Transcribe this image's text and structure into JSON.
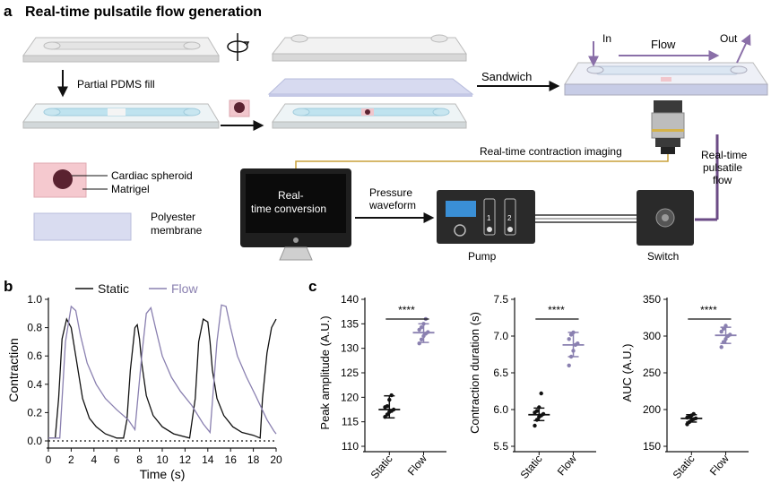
{
  "panel_a": {
    "letter": "a",
    "title": "Real-time pulsatile flow generation",
    "labels": {
      "partial_fill": "Partial PDMS fill",
      "sandwich": "Sandwich",
      "in": "In",
      "flow": "Flow",
      "out": "Out",
      "imaging": "Real-time contraction imaging",
      "rt_flow_1": "Real-time",
      "rt_flow_2": "pulsatile",
      "rt_flow_3": "flow",
      "spheroid": "Cardiac spheroid",
      "matrigel": "Matrigel",
      "membrane_1": "Polyester",
      "membrane_2": "membrane",
      "conversion_1": "Real-",
      "conversion_2": "time conversion",
      "pressure_1": "Pressure",
      "pressure_2": "waveform",
      "pump": "Pump",
      "switch": "Switch",
      "pump_ch1": "1",
      "pump_ch2": "2"
    },
    "colors": {
      "tubing": "#c9a13a",
      "flow_arrow": "#8a6fa8",
      "spheroid": "#5a2230"
    }
  },
  "panel_b": {
    "letter": "b",
    "chart_data": {
      "type": "line",
      "xlabel": "Time (s)",
      "ylabel": "Contraction",
      "xlim": [
        0,
        20
      ],
      "ylim": [
        0,
        1.0
      ],
      "xticks": [
        "0",
        "2",
        "4",
        "6",
        "8",
        "10",
        "12",
        "14",
        "16",
        "18",
        "20"
      ],
      "yticks": [
        "0.0",
        "0.2",
        "0.4",
        "0.6",
        "0.8",
        "1.0"
      ],
      "baseline": 0,
      "legend_placement": "top",
      "series": [
        {
          "name": "Static",
          "color": "#111111",
          "x": [
            0,
            0.6,
            0.9,
            1.2,
            1.6,
            2.0,
            2.4,
            3.0,
            3.6,
            4.2,
            5.0,
            6.0,
            6.6,
            6.9,
            7.2,
            7.6,
            7.8,
            8.0,
            8.2,
            8.6,
            9.2,
            10,
            11,
            12.4,
            12.9,
            13.2,
            13.6,
            14.0,
            14.2,
            14.4,
            14.8,
            15.4,
            16.2,
            17,
            18,
            18.6,
            18.8,
            19.2,
            19.6,
            20
          ],
          "values": [
            0.02,
            0.02,
            0.3,
            0.72,
            0.86,
            0.8,
            0.6,
            0.3,
            0.16,
            0.1,
            0.05,
            0.02,
            0.02,
            0.15,
            0.5,
            0.8,
            0.82,
            0.72,
            0.55,
            0.32,
            0.18,
            0.1,
            0.05,
            0.02,
            0.3,
            0.7,
            0.86,
            0.84,
            0.7,
            0.5,
            0.3,
            0.18,
            0.1,
            0.06,
            0.04,
            0.02,
            0.3,
            0.62,
            0.8,
            0.86
          ]
        },
        {
          "name": "Flow",
          "color": "#8a80b0",
          "x": [
            0,
            1.0,
            1.5,
            2.0,
            2.4,
            2.8,
            3.4,
            4.2,
            5.0,
            6.0,
            7.0,
            7.6,
            8.2,
            8.6,
            9.0,
            9.4,
            10.0,
            10.8,
            11.6,
            12.6,
            13.6,
            14.2,
            14.8,
            15.2,
            15.6,
            16.0,
            16.6,
            17.4,
            18.2,
            19.2,
            19.8,
            20
          ],
          "values": [
            0.02,
            0.02,
            0.7,
            0.95,
            0.92,
            0.75,
            0.55,
            0.4,
            0.3,
            0.22,
            0.15,
            0.08,
            0.6,
            0.9,
            0.94,
            0.8,
            0.6,
            0.45,
            0.35,
            0.25,
            0.12,
            0.06,
            0.7,
            0.96,
            0.95,
            0.8,
            0.6,
            0.45,
            0.32,
            0.15,
            0.07,
            0.05
          ]
        }
      ]
    }
  },
  "panel_c": {
    "letter": "c",
    "chart_data": [
      {
        "type": "scatter",
        "ylabel": "Peak amplitude (A.U.)",
        "ylim": [
          110,
          140
        ],
        "yticks": [
          "110",
          "115",
          "120",
          "125",
          "130",
          "135",
          "140"
        ],
        "categories": [
          "Static",
          "Flow"
        ],
        "significance": "****",
        "series": [
          {
            "name": "Static",
            "color": "#111111",
            "mean": 117.5,
            "sd_low": 115.8,
            "sd_high": 120.3,
            "values": [
              116.0,
              116.5,
              117.0,
              117.2,
              117.5,
              118.0,
              118.2,
              119.5,
              120.4
            ]
          },
          {
            "name": "Flow",
            "color": "#8a80b0",
            "mean": 133.2,
            "sd_low": 131.2,
            "sd_high": 135.0,
            "values": [
              131.0,
              131.8,
              132.5,
              133.0,
              133.3,
              133.8,
              134.3,
              135.0,
              136.0
            ]
          }
        ]
      },
      {
        "type": "scatter",
        "ylabel": "Contraction duration (s)",
        "ylim": [
          5.5,
          7.5
        ],
        "yticks": [
          "5.5",
          "6.0",
          "6.5",
          "7.0",
          "7.5"
        ],
        "categories": [
          "Static",
          "Flow"
        ],
        "significance": "****",
        "series": [
          {
            "name": "Static",
            "color": "#111111",
            "mean": 5.93,
            "sd_low": 5.85,
            "sd_high": 6.02,
            "values": [
              5.78,
              5.86,
              5.9,
              5.92,
              5.94,
              5.96,
              5.98,
              6.03,
              6.22
            ]
          },
          {
            "name": "Flow",
            "color": "#8a80b0",
            "mean": 6.88,
            "sd_low": 6.72,
            "sd_high": 7.05,
            "values": [
              6.6,
              6.72,
              6.8,
              6.88,
              6.9,
              6.96,
              7.02,
              7.05
            ]
          }
        ]
      },
      {
        "type": "scatter",
        "ylabel": "AUC (A.U.)",
        "ylim": [
          150,
          350
        ],
        "yticks": [
          "150",
          "200",
          "250",
          "300",
          "350"
        ],
        "categories": [
          "Static",
          "Flow"
        ],
        "significance": "****",
        "series": [
          {
            "name": "Static",
            "color": "#111111",
            "mean": 188,
            "sd_low": 183,
            "sd_high": 193,
            "values": [
              180,
              183,
              185,
              187,
              188,
              189,
              190,
              192,
              194
            ]
          },
          {
            "name": "Flow",
            "color": "#8a80b0",
            "mean": 301,
            "sd_low": 290,
            "sd_high": 312,
            "values": [
              285,
              292,
              296,
              300,
              302,
              306,
              310,
              314
            ]
          }
        ]
      }
    ]
  }
}
